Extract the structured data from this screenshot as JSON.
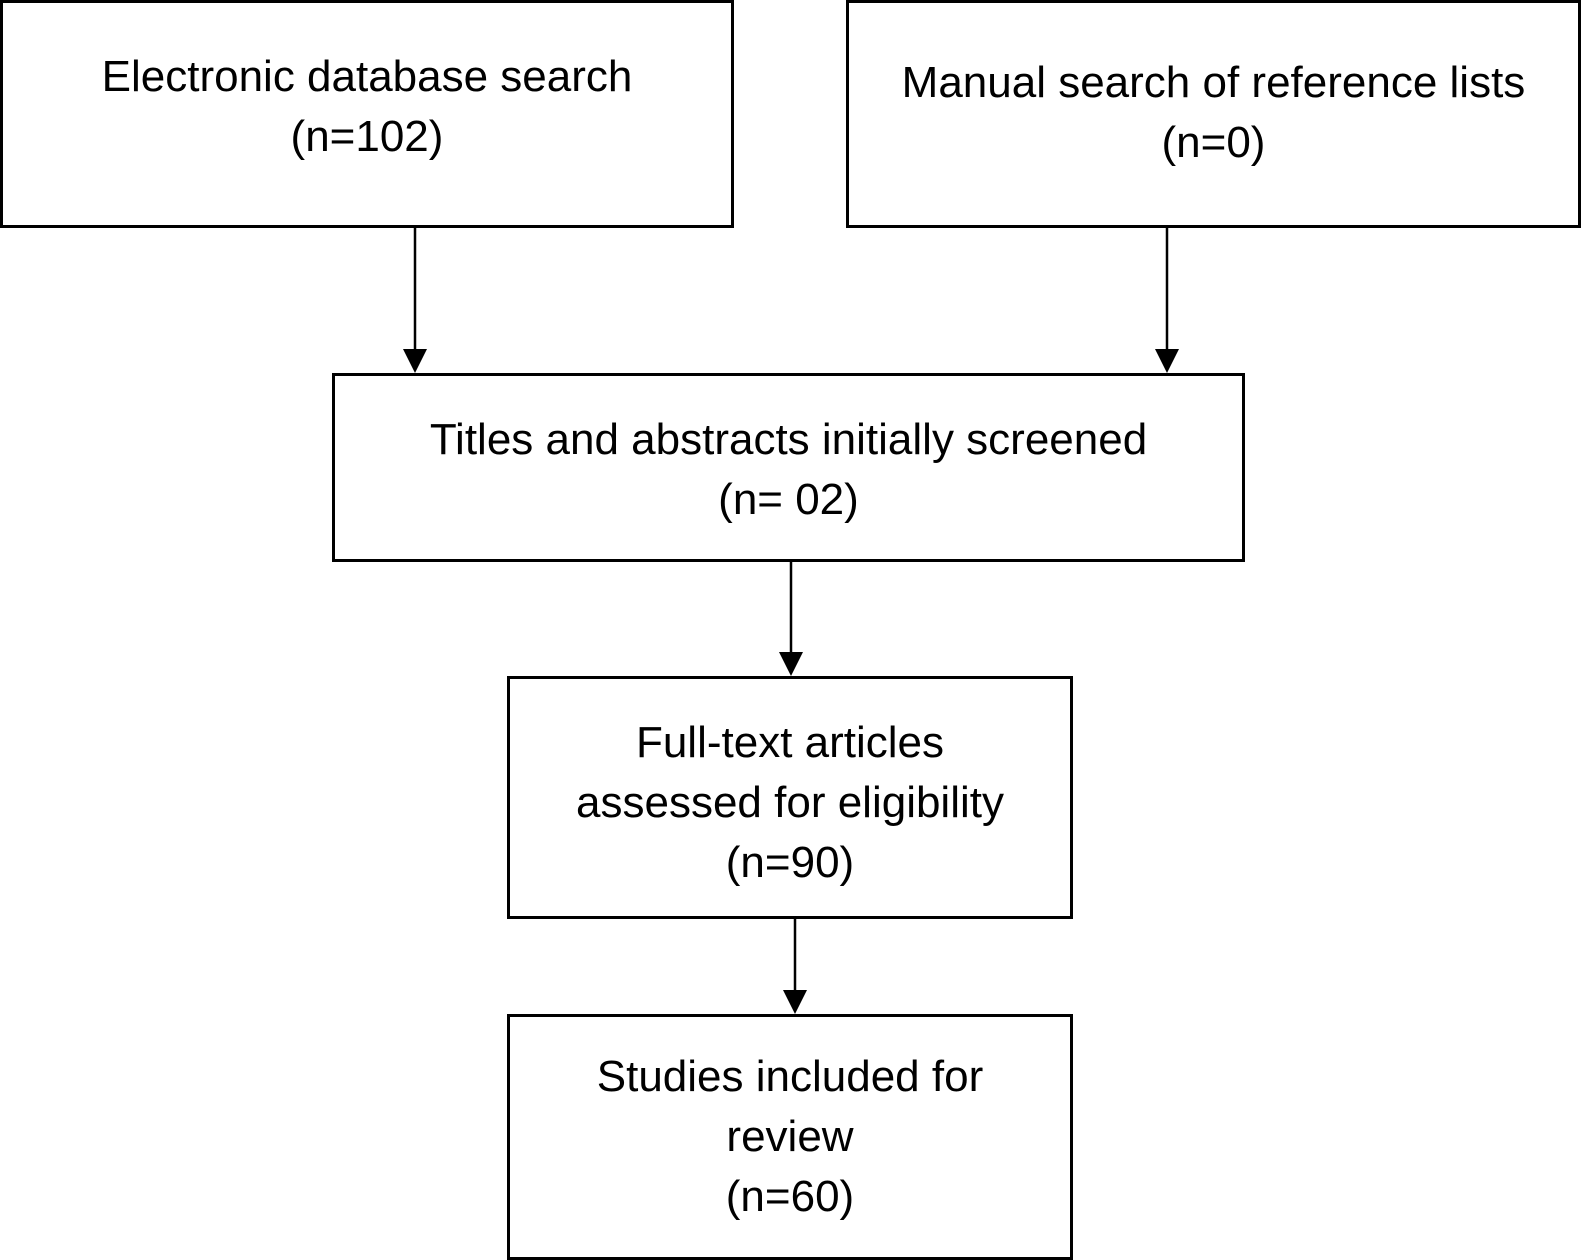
{
  "colors": {
    "stroke": "#000000",
    "background": "#ffffff"
  },
  "boxes": {
    "database": {
      "title": "Electronic database search",
      "count": "(n=102)"
    },
    "manual": {
      "title": "Manual search of reference lists",
      "count": "(n=0)"
    },
    "screened": {
      "title": "Titles and abstracts initially screened",
      "count": "(n= 02)"
    },
    "fulltext": {
      "line1": "Full-text articles",
      "line2": "assessed for eligibility",
      "count": "(n=90)"
    },
    "included": {
      "line1": "Studies included for",
      "line2": "review",
      "count": "(n=60)"
    }
  }
}
